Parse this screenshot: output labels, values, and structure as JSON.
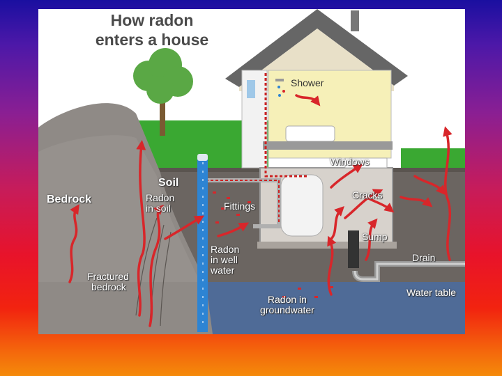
{
  "title_lines": [
    "How radon",
    "enters a house"
  ],
  "labels": {
    "shower": "Shower",
    "windows": "Windows",
    "soil": "Soil",
    "radon_in_soil": [
      "Radon",
      "in soil"
    ],
    "bedrock": "Bedrock",
    "fittings": "Fittings",
    "cracks": "Cracks",
    "sump": "Sump",
    "drain": "Drain",
    "radon_in_well_water": [
      "Radon",
      "in well",
      "water"
    ],
    "fractured_bedrock": [
      "Fractured",
      "bedrock"
    ],
    "water_table": "Water table",
    "radon_in_groundwater": [
      "Radon in",
      "groundwater"
    ]
  },
  "colors": {
    "slide_gradient_top": "#1a0fa0",
    "slide_gradient_bottom": "#f58a0a",
    "grass": "#3aa832",
    "soil": "#6b6561",
    "groundwater": "#4f6b97",
    "radon_arrow": "#d8262a",
    "house_wall": "#f2f2f2",
    "roof": "#6a6a6a"
  }
}
